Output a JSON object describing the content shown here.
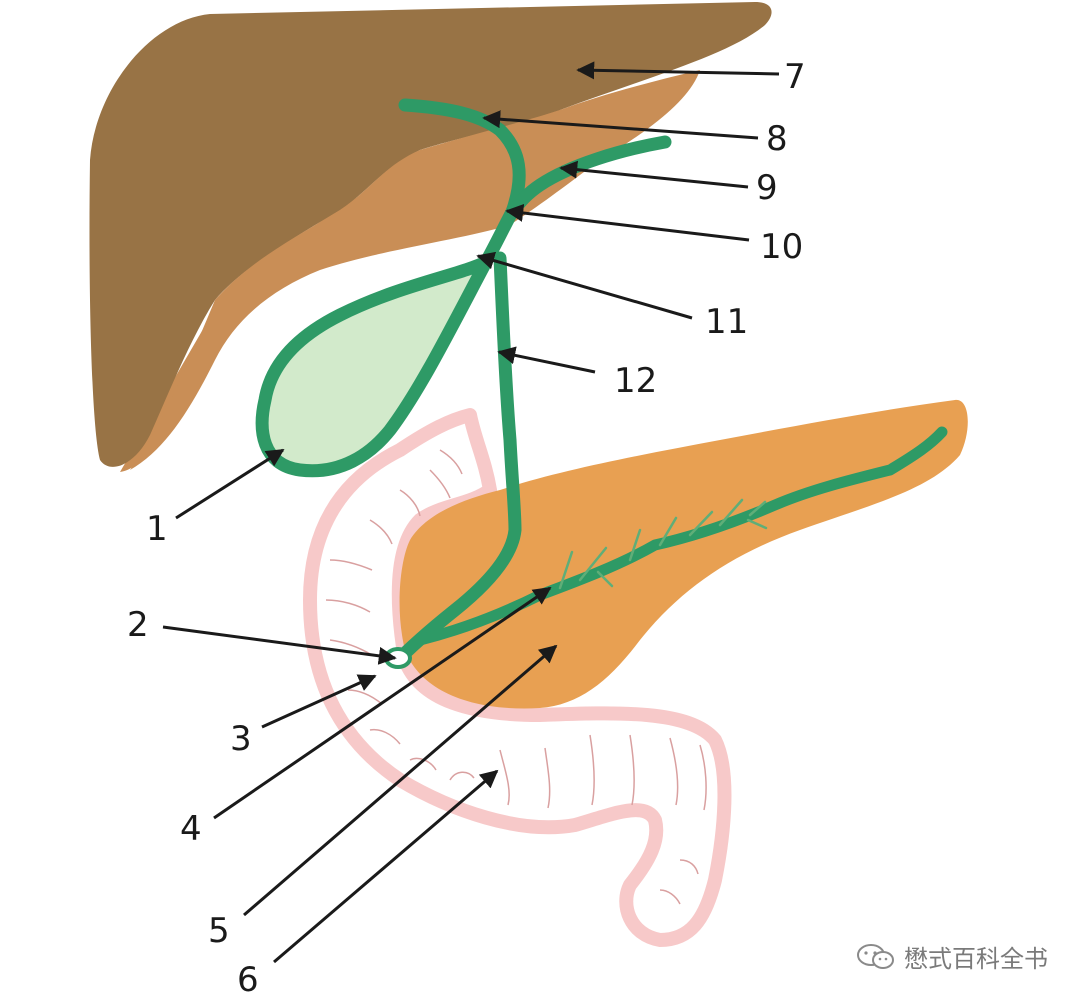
{
  "labels": {
    "l1": "1",
    "l2": "2",
    "l3": "3",
    "l4": "4",
    "l5": "5",
    "l6": "6",
    "l7": "7",
    "l8": "8",
    "l9": "9",
    "l10": "10",
    "l11": "11",
    "l12": "12"
  },
  "watermark": {
    "text": "懋式百科全书",
    "icon": "wechat-icon"
  },
  "colors": {
    "liver_dark": "#987345",
    "liver_light": "#c98e56",
    "duct": "#2e9a66",
    "gallbladder_fill": "#d2eacb",
    "pancreas": "#e8a052",
    "duodenum": "#f7c9c9",
    "arrow": "#1a1a1a"
  }
}
